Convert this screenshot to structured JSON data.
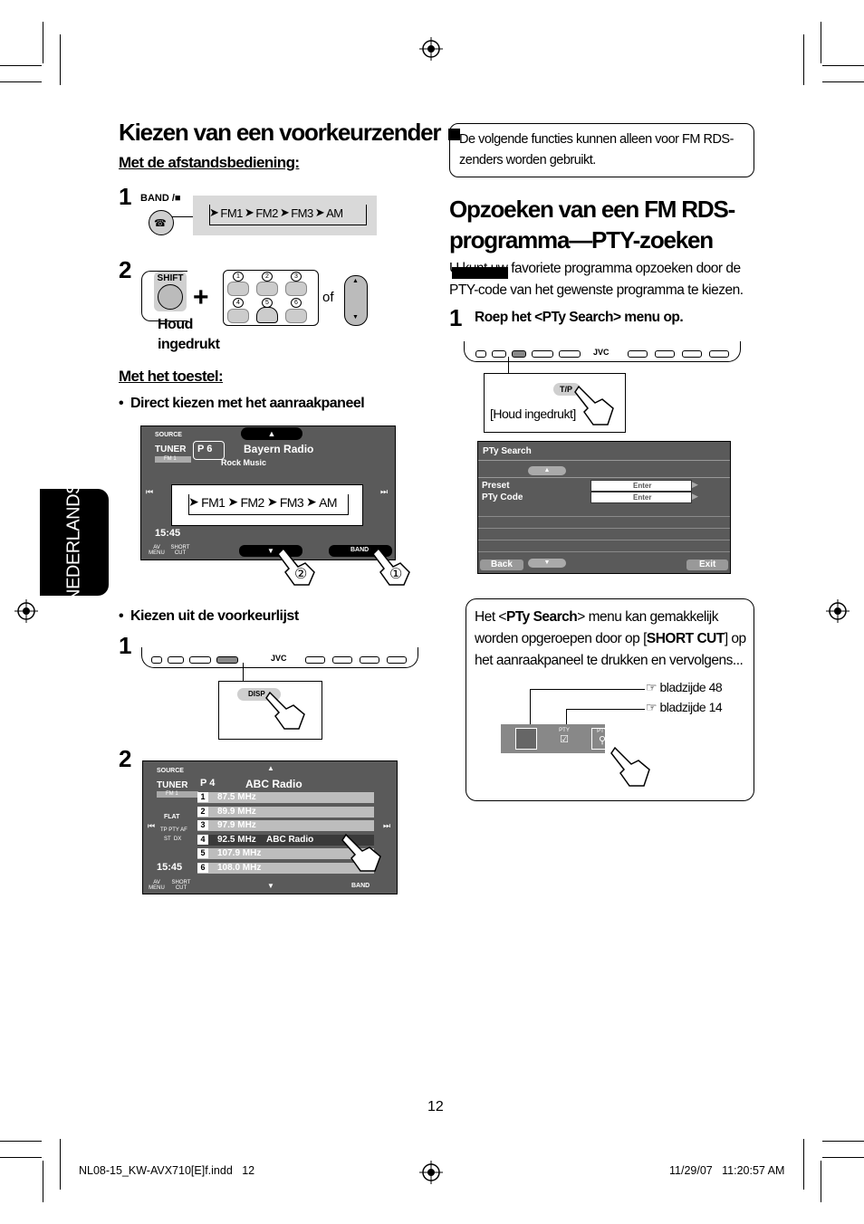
{
  "left": {
    "title": "Kiezen van een voorkeurzender",
    "remote_heading": "Met de afstandsbediening:",
    "step1": "1",
    "band_label": "BAND /■",
    "band_sequence": [
      "FM1",
      "FM2",
      "FM3",
      "AM"
    ],
    "step2": "2",
    "shift_label": "SHIFT",
    "keypad_numbers": [
      "1",
      "2",
      "3",
      "4",
      "5",
      "6"
    ],
    "hold_label": "Houd ingedrukt",
    "of_label": "of",
    "unit_heading": "Met het toestel:",
    "bullet1": "Direct kiezen met het aanraakpaneel",
    "screen1": {
      "source": "SOURCE",
      "tuner": "TUNER",
      "fm": "FM 1",
      "preset": "P 6",
      "station": "Bayern Radio",
      "genre": "Rock Music",
      "time": "15:45",
      "av_menu": "AV MENU",
      "short_cut": "SHORT CUT",
      "band": "BAND",
      "callout1": "①",
      "callout2": "②"
    },
    "bullet2": "Kiezen uit de voorkeurlijst",
    "disp_label": "DISP",
    "jvc": "JVC",
    "screen2": {
      "source": "SOURCE",
      "tuner": "TUNER",
      "fm": "FM 1",
      "preset": "P 4",
      "station": "ABC Radio",
      "flat": "FLAT",
      "indicators": "TP PTY AF",
      "stdx": "ST  DX",
      "time": "15:45",
      "av_menu": "AV MENU",
      "short_cut": "SHORT CUT",
      "band": "BAND",
      "list": [
        {
          "n": "1",
          "freq": "87.5 MHz",
          "name": ""
        },
        {
          "n": "2",
          "freq": "89.9 MHz",
          "name": ""
        },
        {
          "n": "3",
          "freq": "97.9 MHz",
          "name": ""
        },
        {
          "n": "4",
          "freq": "92.5 MHz",
          "name": "ABC Radio"
        },
        {
          "n": "5",
          "freq": "107.9 MHz",
          "name": ""
        },
        {
          "n": "6",
          "freq": "108.0 MHz",
          "name": ""
        }
      ]
    }
  },
  "right": {
    "note": "De volgende functies kunnen alleen voor FM RDS-zenders worden gebruikt.",
    "title": "Opzoeken van een FM RDS-programma—PTY-zoeken",
    "intro": "U kunt uw favoriete programma opzoeken door de PTY-code van het gewenste programma te kiezen.",
    "step1": "1",
    "step1_text": "Roep het <PTy Search> menu op.",
    "tp_label": "T/P",
    "hold_bracket": "[Houd ingedrukt]",
    "pty_menu": {
      "title": "PTy Search",
      "preset": "Preset",
      "pty_code": "PTy Code",
      "enter1": "Enter",
      "enter2": "Enter",
      "back": "Back",
      "exit": "Exit"
    },
    "tip": {
      "text_1": "Het <",
      "text_bold1": "PTy Search",
      "text_2": "> menu kan gemakkelijk worden opgeroepen door op [",
      "text_bold2": "SHORT CUT",
      "text_3": "] op het aanraakpaneel te drukken en vervolgens...",
      "ref1": "☞ bladzijde 48",
      "ref2": "☞ bladzijde 14",
      "pty": "PTY"
    }
  },
  "side_tab": "NEDERLANDS",
  "page_number": "12",
  "footer": {
    "file": "NL08-15_KW-AVX710[E]f.indd   12",
    "date": "11/29/07   11:20:57 AM"
  }
}
